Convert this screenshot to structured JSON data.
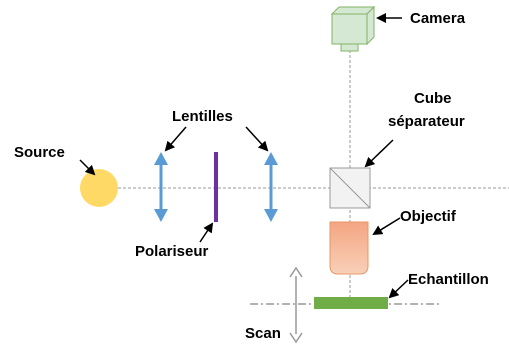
{
  "labels": {
    "camera": "Camera",
    "cube": "Cube",
    "cube_line2": "séparateur",
    "lentilles": "Lentilles",
    "source": "Source",
    "polariseur": "Polariseur",
    "objectif": "Objectif",
    "echantillon": "Echantillon",
    "scan": "Scan"
  },
  "colors": {
    "source": "#FFD966",
    "lens_arrow": "#5B9BD5",
    "polarizer": "#7030A0",
    "camera_fill": "#D5E8D4",
    "camera_stroke": "#82B366",
    "objective_top": "#F4B183",
    "objective_bottom": "#F8CBAD",
    "sample": "#70AD47",
    "beam_line": "#999999"
  }
}
